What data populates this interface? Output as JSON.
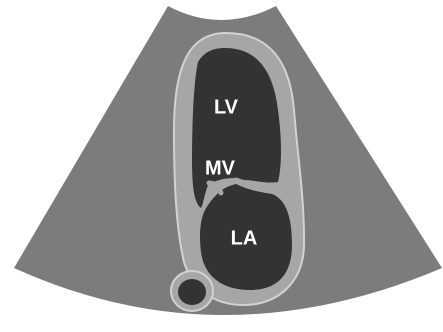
{
  "colors": {
    "background": "#ffffff",
    "sector": "#7c7c7c",
    "wall": "#a6a6a6",
    "wall_outline": "#d2d2d2",
    "chamber": "#333333",
    "label": "#ffffff"
  },
  "labels": {
    "left_ventricle": "LV",
    "mitral_valve": "MV",
    "left_atrium": "LA"
  }
}
